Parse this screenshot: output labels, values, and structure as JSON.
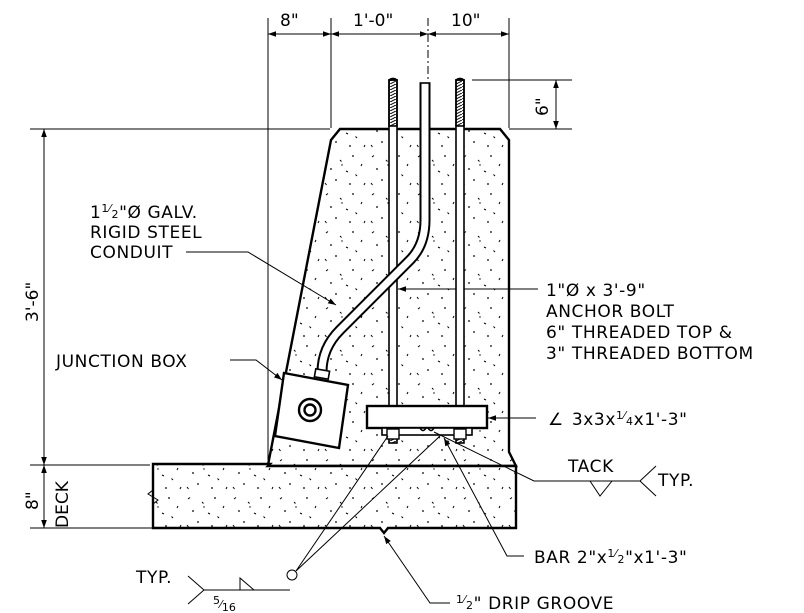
{
  "dimensions": {
    "top_left": "8\"",
    "top_mid": "1'-0\"",
    "top_right": "10\"",
    "bolt_projection": "6\"",
    "wall_height": "3'-6\"",
    "deck_thickness": "8\"",
    "deck_label": "DECK"
  },
  "labels": {
    "conduit_line1": "1",
    "conduit_line1_frac_num": "1",
    "conduit_line1_frac_den": "2",
    "conduit_line1_rest": "\"Ø GALV.",
    "conduit_line2": "RIGID STEEL",
    "conduit_line3": "CONDUIT",
    "junction_box": "JUNCTION BOX",
    "anchor_line1": "1\"Ø x 3'-9\"",
    "anchor_line2": "ANCHOR BOLT",
    "anchor_line3": "6\" THREADED TOP &",
    "anchor_line4": "3\" THREADED BOTTOM",
    "angle_symbol": "∠",
    "angle_a": "3x3x",
    "angle_frac_num": "1",
    "angle_frac_den": "4",
    "angle_b": "x1'-3\"",
    "tack": "TACK",
    "tack_typ": "TYP.",
    "bar_a": "BAR 2\"x",
    "bar_frac_num": "1",
    "bar_frac_den": "2",
    "bar_b": "\"x1'-3\"",
    "weld_typ": "TYP.",
    "weld_num": "5",
    "weld_den": "16",
    "drip_num": "1",
    "drip_den": "2",
    "drip_rest": "\" DRIP GROOVE"
  }
}
